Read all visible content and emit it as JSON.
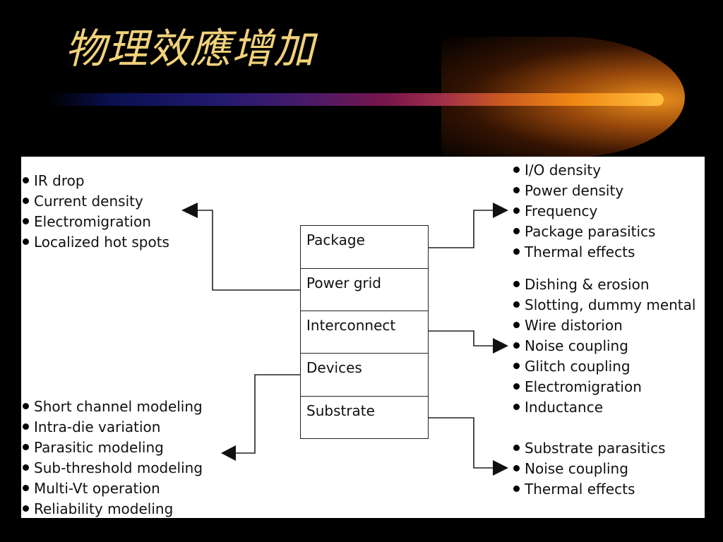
{
  "slide": {
    "title": "物理效應增加"
  },
  "layers": [
    {
      "label": "Package"
    },
    {
      "label": "Power grid"
    },
    {
      "label": "Interconnect"
    },
    {
      "label": "Devices"
    },
    {
      "label": "Substrate"
    }
  ],
  "power_grid_effects": [
    "IR drop",
    "Current density",
    "Electromigration",
    "Localized hot spots"
  ],
  "device_effects": [
    "Short channel modeling",
    "Intra-die variation",
    "Parasitic modeling",
    "Sub-threshold modeling",
    "Multi-Vt operation",
    "Reliability modeling"
  ],
  "package_effects": [
    "I/O density",
    "Power density",
    "Frequency",
    "Package parasitics",
    "Thermal effects"
  ],
  "interconnect_effects": [
    "Dishing & erosion",
    "Slotting, dummy mental",
    "Wire distorion",
    "Noise coupling",
    "Glitch coupling",
    "Electromigration",
    "Inductance"
  ],
  "substrate_effects": [
    "Substrate parasitics",
    "Noise coupling",
    "Thermal effects"
  ],
  "colors": {
    "background": "#000000",
    "title": "#f2d27a",
    "diagram_bg": "#ffffff",
    "line": "#222222"
  }
}
